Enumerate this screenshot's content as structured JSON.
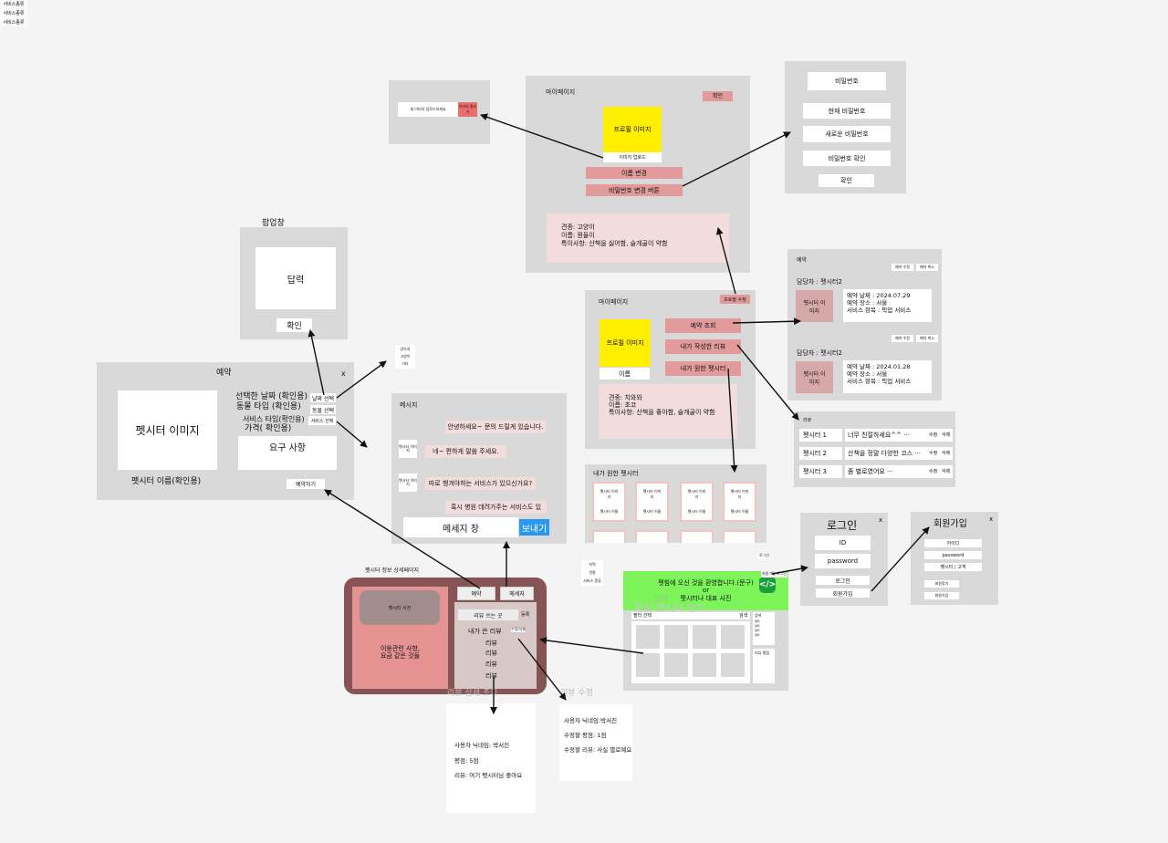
{
  "small_popup": {
    "tiny_input": "새 이미지 업로드하세요",
    "tiny_button": "이미지 올리기"
  },
  "mypage1": {
    "title": "마이페이지",
    "confirm": "확인",
    "profile_image": "프로필 이미지",
    "upload": "이미지 업로드",
    "change_name": "이름 변경",
    "change_pw": "비밀번호 변경 버튼",
    "info": [
      "견종: 고양이",
      "이름: 뭔들이",
      "특이사항: 산책을 싫어함, 슬개골이 약함"
    ]
  },
  "password_panel": {
    "title": "비밀번호",
    "current": "현재 비밀번호",
    "new": "새로운 비밀번호",
    "confirm_pw": "비밀번호 확인",
    "ok": "확인"
  },
  "popup": {
    "label": "팝업창",
    "reply": "답력",
    "ok": "확인"
  },
  "reservation_panel": {
    "title": "예약",
    "close": "x",
    "sitter_image": "펫시터 이미지",
    "sitter_name": "펫시터 이름(확인용)",
    "date": "선택한 날짜 (확인용)",
    "animal": "동물 타입 (확인용)",
    "service": "서비스 타입(확인용)",
    "price": "가격( 확인용)",
    "request": "요구 사항",
    "reserve_btn": "예약하기",
    "pick_date": "날짜 선택",
    "pick_animal": "동물 선택",
    "pick_service": "서비스 선택",
    "animal_options": [
      "강아지",
      "고양이",
      "기타"
    ],
    "service_options": [
      "서비스종류",
      "서비스종류",
      "서비스종류"
    ]
  },
  "message_panel": {
    "title": "메시지",
    "sitter_image": "펫시터 이미지",
    "messages": [
      "안녕하세요~ 문의 드릴게 있습니다.",
      "네~ 편하게 말씀 주세요.",
      "따로 챙겨야하는 서비스가 있으신가요?",
      "혹시 병원 데려가주는 서비스도 있"
    ],
    "input": "메세지 창",
    "send": "보내기"
  },
  "mypage2": {
    "title": "마이페이지",
    "edit": "프로필 수정",
    "profile_image": "프로필 이미지",
    "name": "이름",
    "my_reservations": "예약 조회",
    "my_reviews": "내가 작성한 리뷰",
    "my_sitters": "내가 원한 펫시터",
    "info": [
      "견종: 치와와",
      "이름: 초코",
      "특이사항: 산책을 좋아함, 슬개골이 약함"
    ]
  },
  "reservation_list": {
    "title": "예약",
    "items": [
      {
        "sitter": "담당자 : 펫시터2",
        "image": "펫시터 이미지",
        "date": "예약 날짜 : 2024.07.29",
        "place": "예약 장소 : 서울",
        "service": "서비스 항목 : 픽업 서비스",
        "edit": "예약 수정",
        "cancel": "예약 취소"
      },
      {
        "sitter": "담당자 : 펫시터2",
        "image": "펫시터 이미지",
        "date": "예약 날짜 : 2024.01.28",
        "place": "예약 장소 : 서울",
        "service": "서비스 항목 : 픽업 서비스",
        "edit": "예약 수정",
        "cancel": "예약 취소"
      }
    ]
  },
  "review_list": {
    "title": "리뷰",
    "items": [
      {
        "sitter": "펫시터 1",
        "text": "너무 친절하세요^^ ···",
        "edit": "수정",
        "del": "삭제"
      },
      {
        "sitter": "펫시터 2",
        "text": "산책을 정말 다양한 코스 ···",
        "edit": "수정",
        "del": "삭제"
      },
      {
        "sitter": "펫시터 3",
        "text": "좀 별로였어요 ···",
        "edit": "수정",
        "del": "삭제"
      }
    ]
  },
  "wished_panel": {
    "title": "내가 원한 펫시터",
    "cards": [
      {
        "image": "펫시터 이미지",
        "name": "펫시터 이름"
      },
      {
        "image": "펫시터 이미지",
        "name": "펫시터 이름"
      },
      {
        "image": "펫시터 이미지",
        "name": "펫시터 이름"
      },
      {
        "image": "펫시터 이미지",
        "name": "펫시터 이름"
      }
    ]
  },
  "login": {
    "title": "로그인",
    "close": "x",
    "id": "ID",
    "password": "password",
    "login_btn": "로그인",
    "signup_btn": "회원가입"
  },
  "signup": {
    "title": "회원가입",
    "close": "x",
    "fields": [
      "아이디",
      "password",
      "펫시터 | 고객"
    ],
    "find": "회원찾기",
    "submit": "회원가입"
  },
  "main_page": {
    "banner": [
      "펫힘에 오신 것을 환영합니다.(문구)",
      "or",
      "펫시터나 대표 사진"
    ],
    "search_title": "특정 펫시터 찾기",
    "search_label": "검색",
    "filter": "필터 선택",
    "side_search": "검색",
    "side_list": [
      "필터",
      "필터",
      "필터",
      "필터"
    ],
    "side_link": "리뷰 평점",
    "small_labels": [
      "로그인",
      "회원가입 로그인"
    ],
    "left_labels": [
      "지역",
      "견종",
      "서비스 종류"
    ]
  },
  "detail_page": {
    "label": "펫시터 정보 상세페이지",
    "photo": "펫시터 사진",
    "usage": [
      "이용관련 사항,",
      "요금 같은 것들"
    ],
    "reserve": "예약",
    "message": "메세지",
    "review_write": "리뷰 쓰는 곳",
    "register": "등록",
    "my_reviews": "내가 쓴 리뷰",
    "review_edit": "수정/삭제",
    "reviews": [
      "리뷰",
      "리뷰",
      "리뷰",
      "리뷰"
    ]
  },
  "review_detail": {
    "title": "리뷰 상세 조회",
    "nickname": "사용자 닉네임: 박서진",
    "rating": "평점: 5점",
    "review": "리뷰: 여기 펫시터님 좋아요"
  },
  "review_edit": {
    "title": "리뷰 수정",
    "nickname": "사용자 닉네임:박서진",
    "rating": "수정할 평점: 1점",
    "review": "수정할 리뷰: 사실 별로예요"
  }
}
